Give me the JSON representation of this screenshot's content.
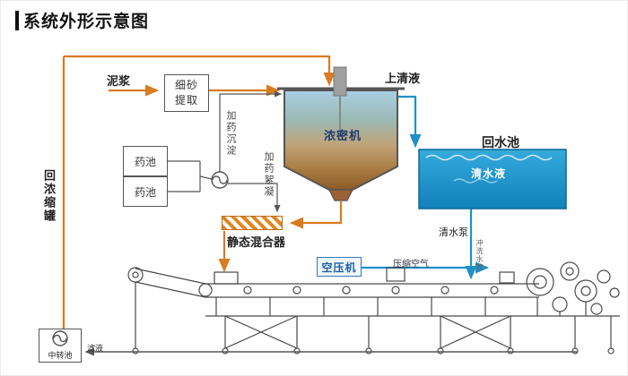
{
  "title": "系统外形示意图",
  "labels": {
    "slurry": "泥浆",
    "sand_extraction": "细砂提取",
    "supernatant": "上清液",
    "thickener": "浓密机",
    "return_water_pool": "回水池",
    "clear_water": "清水液",
    "chemical_pool_top": "药池",
    "chemical_pool_bottom": "药池",
    "dosing_sedimentation": "加药沉淀",
    "dosing_flocculation": "加药絮凝",
    "static_mixer": "静态混合器",
    "clean_water_pump": "清水泵",
    "flush_water_pipe": "冲洗水管",
    "air_compressor": "空压机",
    "compressed_air": "压缩空气",
    "return_to_thickener": "回浓缩罐",
    "transfer_pool": "中转池",
    "filtrate": "滤液"
  },
  "colors": {
    "flow_arrow_orange": "#d97b1f",
    "pipe_blue": "#2090c8",
    "pool_water_blue": "#1d94cc",
    "thickener_label_navy": "#1e3a6e",
    "machine_line_gray": "#4a4a4a",
    "sediment_brown": "#8a5a28"
  }
}
